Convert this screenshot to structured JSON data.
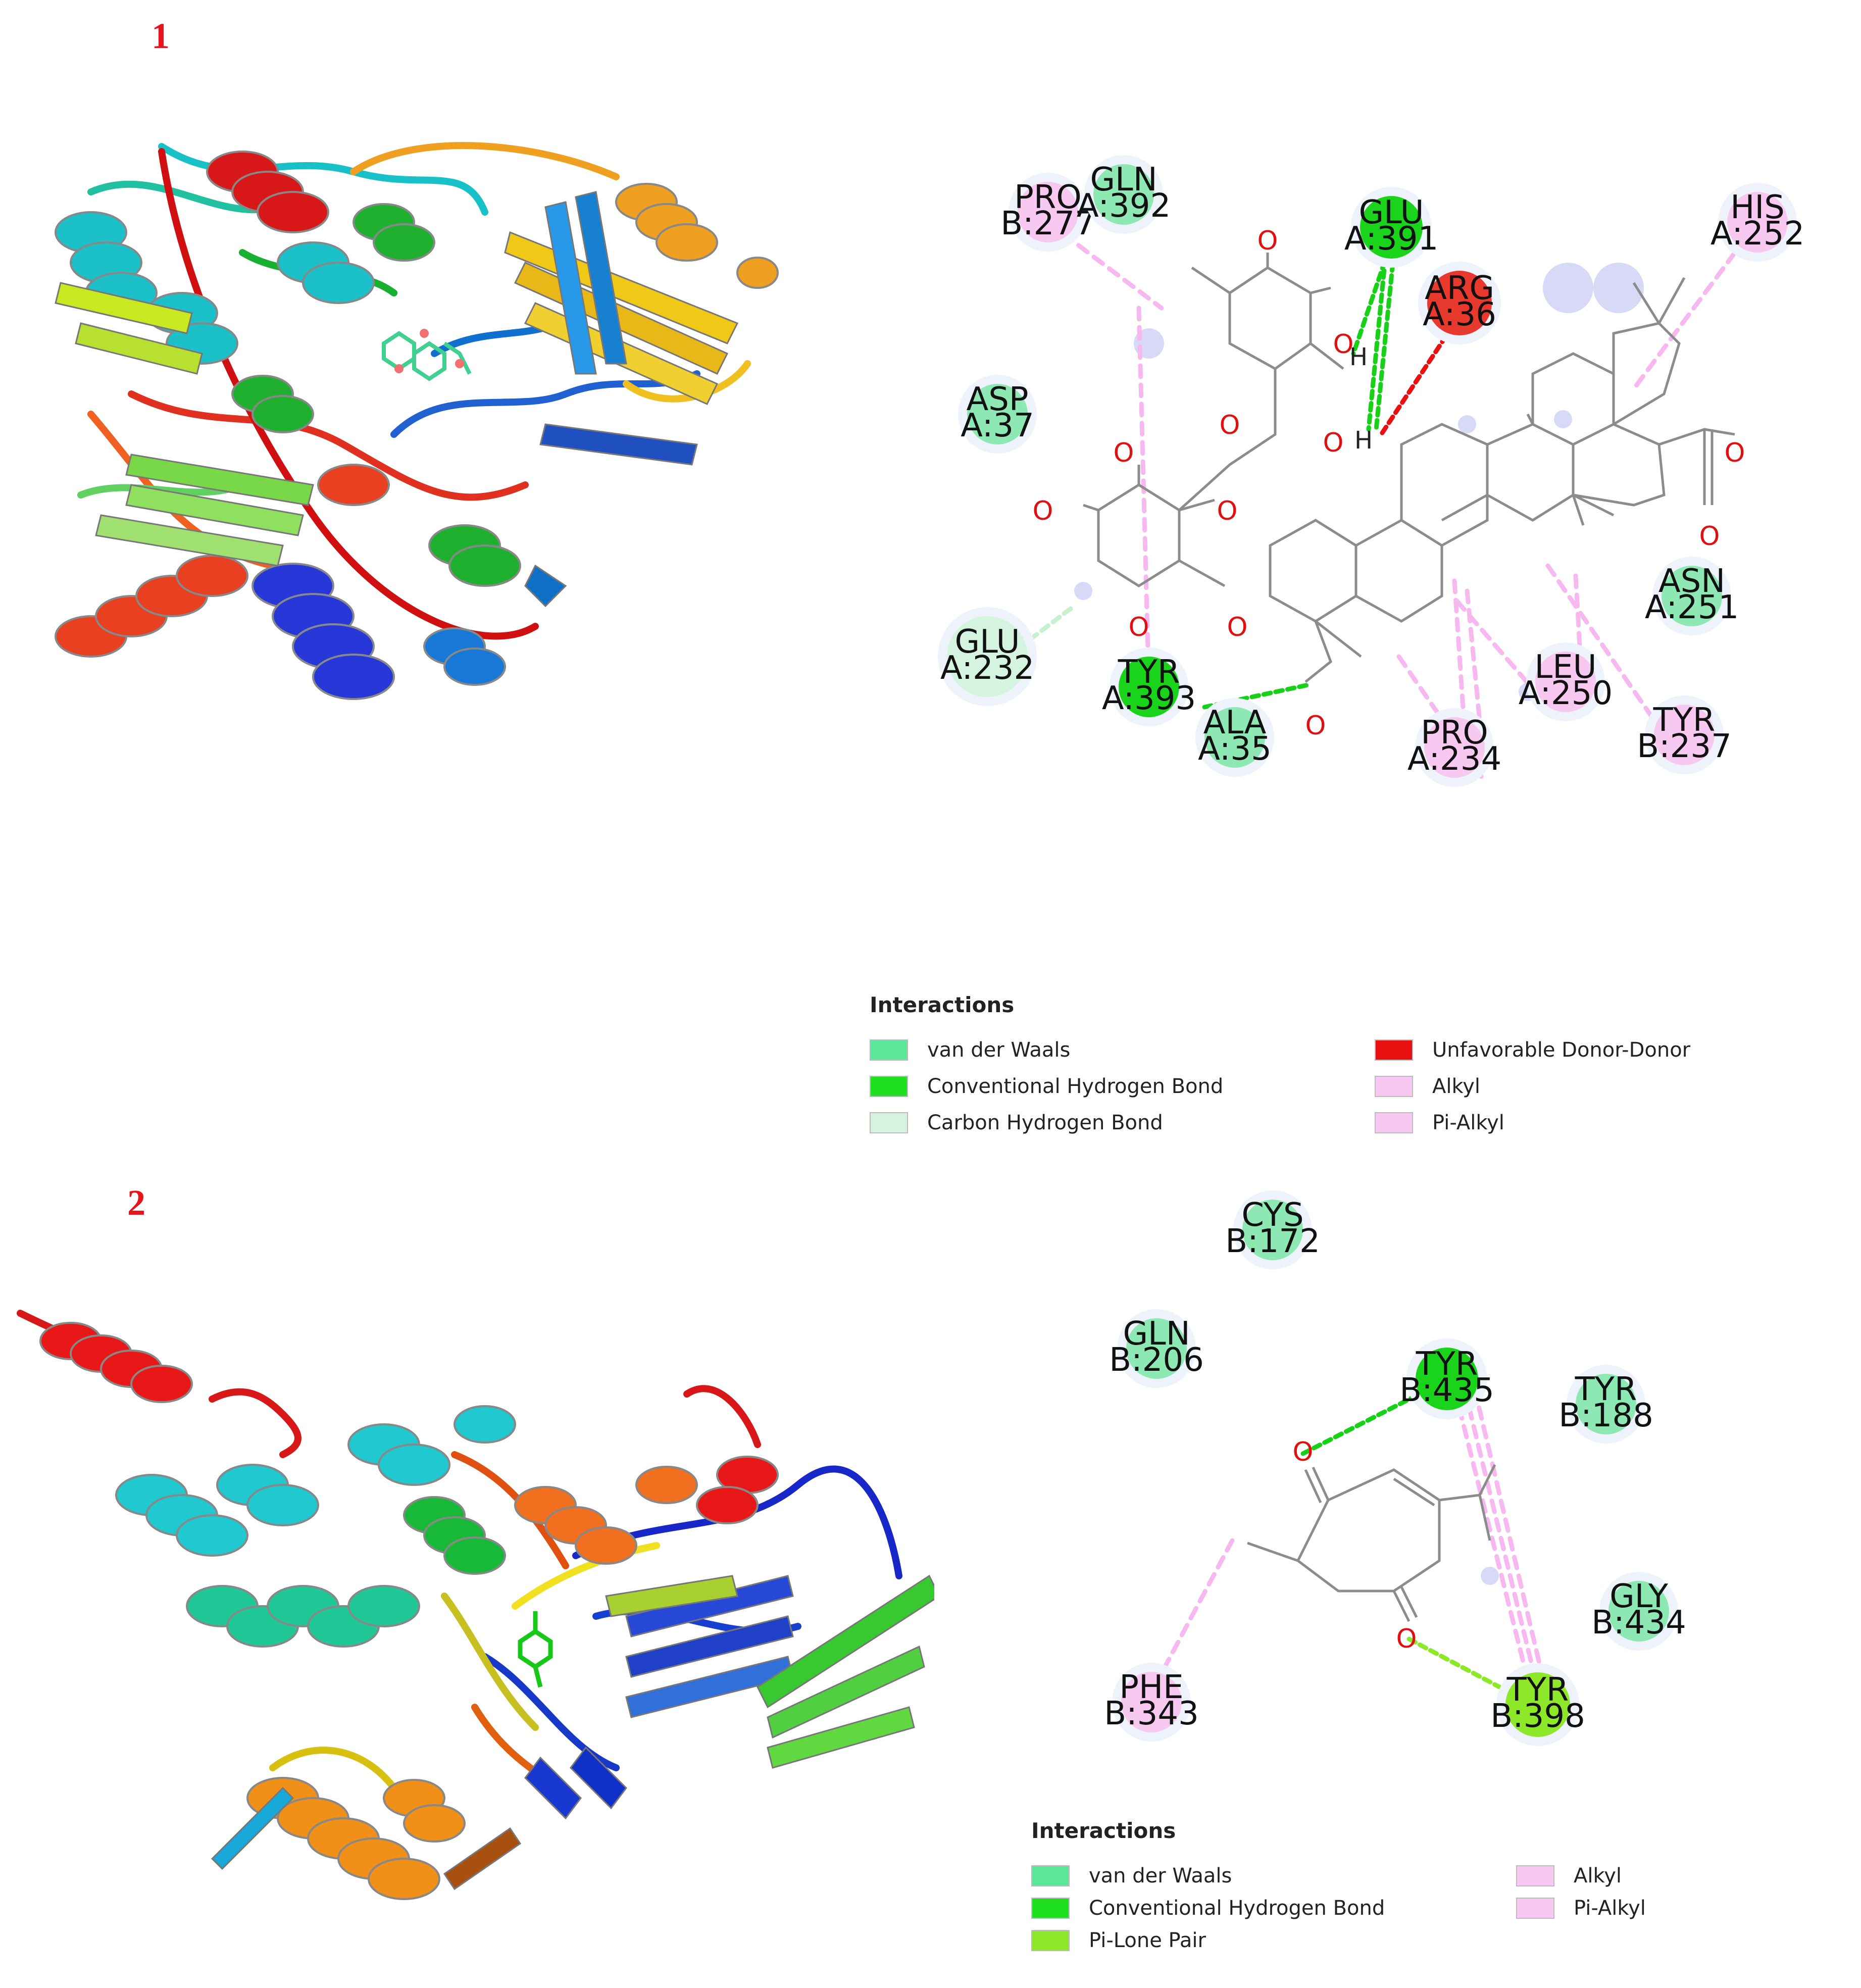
{
  "panels": [
    {
      "number": "1",
      "residues": [
        {
          "name": "PRO",
          "id": "B:277",
          "color": "#f7c8f0"
        },
        {
          "name": "GLN",
          "id": "A:392",
          "color": "#8ee8b4"
        },
        {
          "name": "GLU",
          "id": "A:391",
          "color": "#19d41b"
        },
        {
          "name": "HIS",
          "id": "A:252",
          "color": "#f7c8f0"
        },
        {
          "name": "ARG",
          "id": "A:36",
          "color": "#e8392e"
        },
        {
          "name": "ASP",
          "id": "A:37",
          "color": "#8ee8b4"
        },
        {
          "name": "ASN",
          "id": "A:251",
          "color": "#8ee8b4"
        },
        {
          "name": "GLU",
          "id": "A:232",
          "color": "#d4f4e0"
        },
        {
          "name": "TYR",
          "id": "A:393",
          "color": "#19d41b"
        },
        {
          "name": "ALA",
          "id": "A:35",
          "color": "#8ee8b4"
        },
        {
          "name": "PRO",
          "id": "A:234",
          "color": "#f7c8f0"
        },
        {
          "name": "LEU",
          "id": "A:250",
          "color": "#f7c8f0"
        },
        {
          "name": "TYR",
          "id": "B:237",
          "color": "#f7c8f0"
        }
      ],
      "atom_labels": {
        "oxygen": "O",
        "hydrogen": "H"
      },
      "legend": {
        "title": "Interactions",
        "items": [
          {
            "label": "van der Waals",
            "color": "#5ce89a"
          },
          {
            "label": "Unfavorable Donor-Donor",
            "color": "#e81010"
          },
          {
            "label": "Conventional Hydrogen Bond",
            "color": "#1ee01e"
          },
          {
            "label": "Alkyl",
            "color": "#f7c8f0"
          },
          {
            "label": "Carbon Hydrogen Bond",
            "color": "#d4f4e0"
          },
          {
            "label": "Pi-Alkyl",
            "color": "#f7c8f0"
          }
        ]
      }
    },
    {
      "number": "2",
      "residues": [
        {
          "name": "CYS",
          "id": "B:172",
          "color": "#8ee8b4"
        },
        {
          "name": "GLN",
          "id": "B:206",
          "color": "#8ee8b4"
        },
        {
          "name": "TYR",
          "id": "B:435",
          "color": "#19d41b"
        },
        {
          "name": "TYR",
          "id": "B:188",
          "color": "#8ee8b4"
        },
        {
          "name": "GLY",
          "id": "B:434",
          "color": "#8ee8b4"
        },
        {
          "name": "PHE",
          "id": "B:343",
          "color": "#f7c8f0"
        },
        {
          "name": "TYR",
          "id": "B:398",
          "color": "#8ee82a"
        }
      ],
      "atom_labels": {
        "oxygen": "O"
      },
      "legend": {
        "title": "Interactions",
        "items": [
          {
            "label": "van der Waals",
            "color": "#5ce89a"
          },
          {
            "label": "Alkyl",
            "color": "#f7c8f0"
          },
          {
            "label": "Conventional Hydrogen Bond",
            "color": "#1ee01e"
          },
          {
            "label": "Pi-Alkyl",
            "color": "#f7c8f0"
          },
          {
            "label": "Pi-Lone Pair",
            "color": "#8ee82a"
          }
        ]
      }
    }
  ]
}
